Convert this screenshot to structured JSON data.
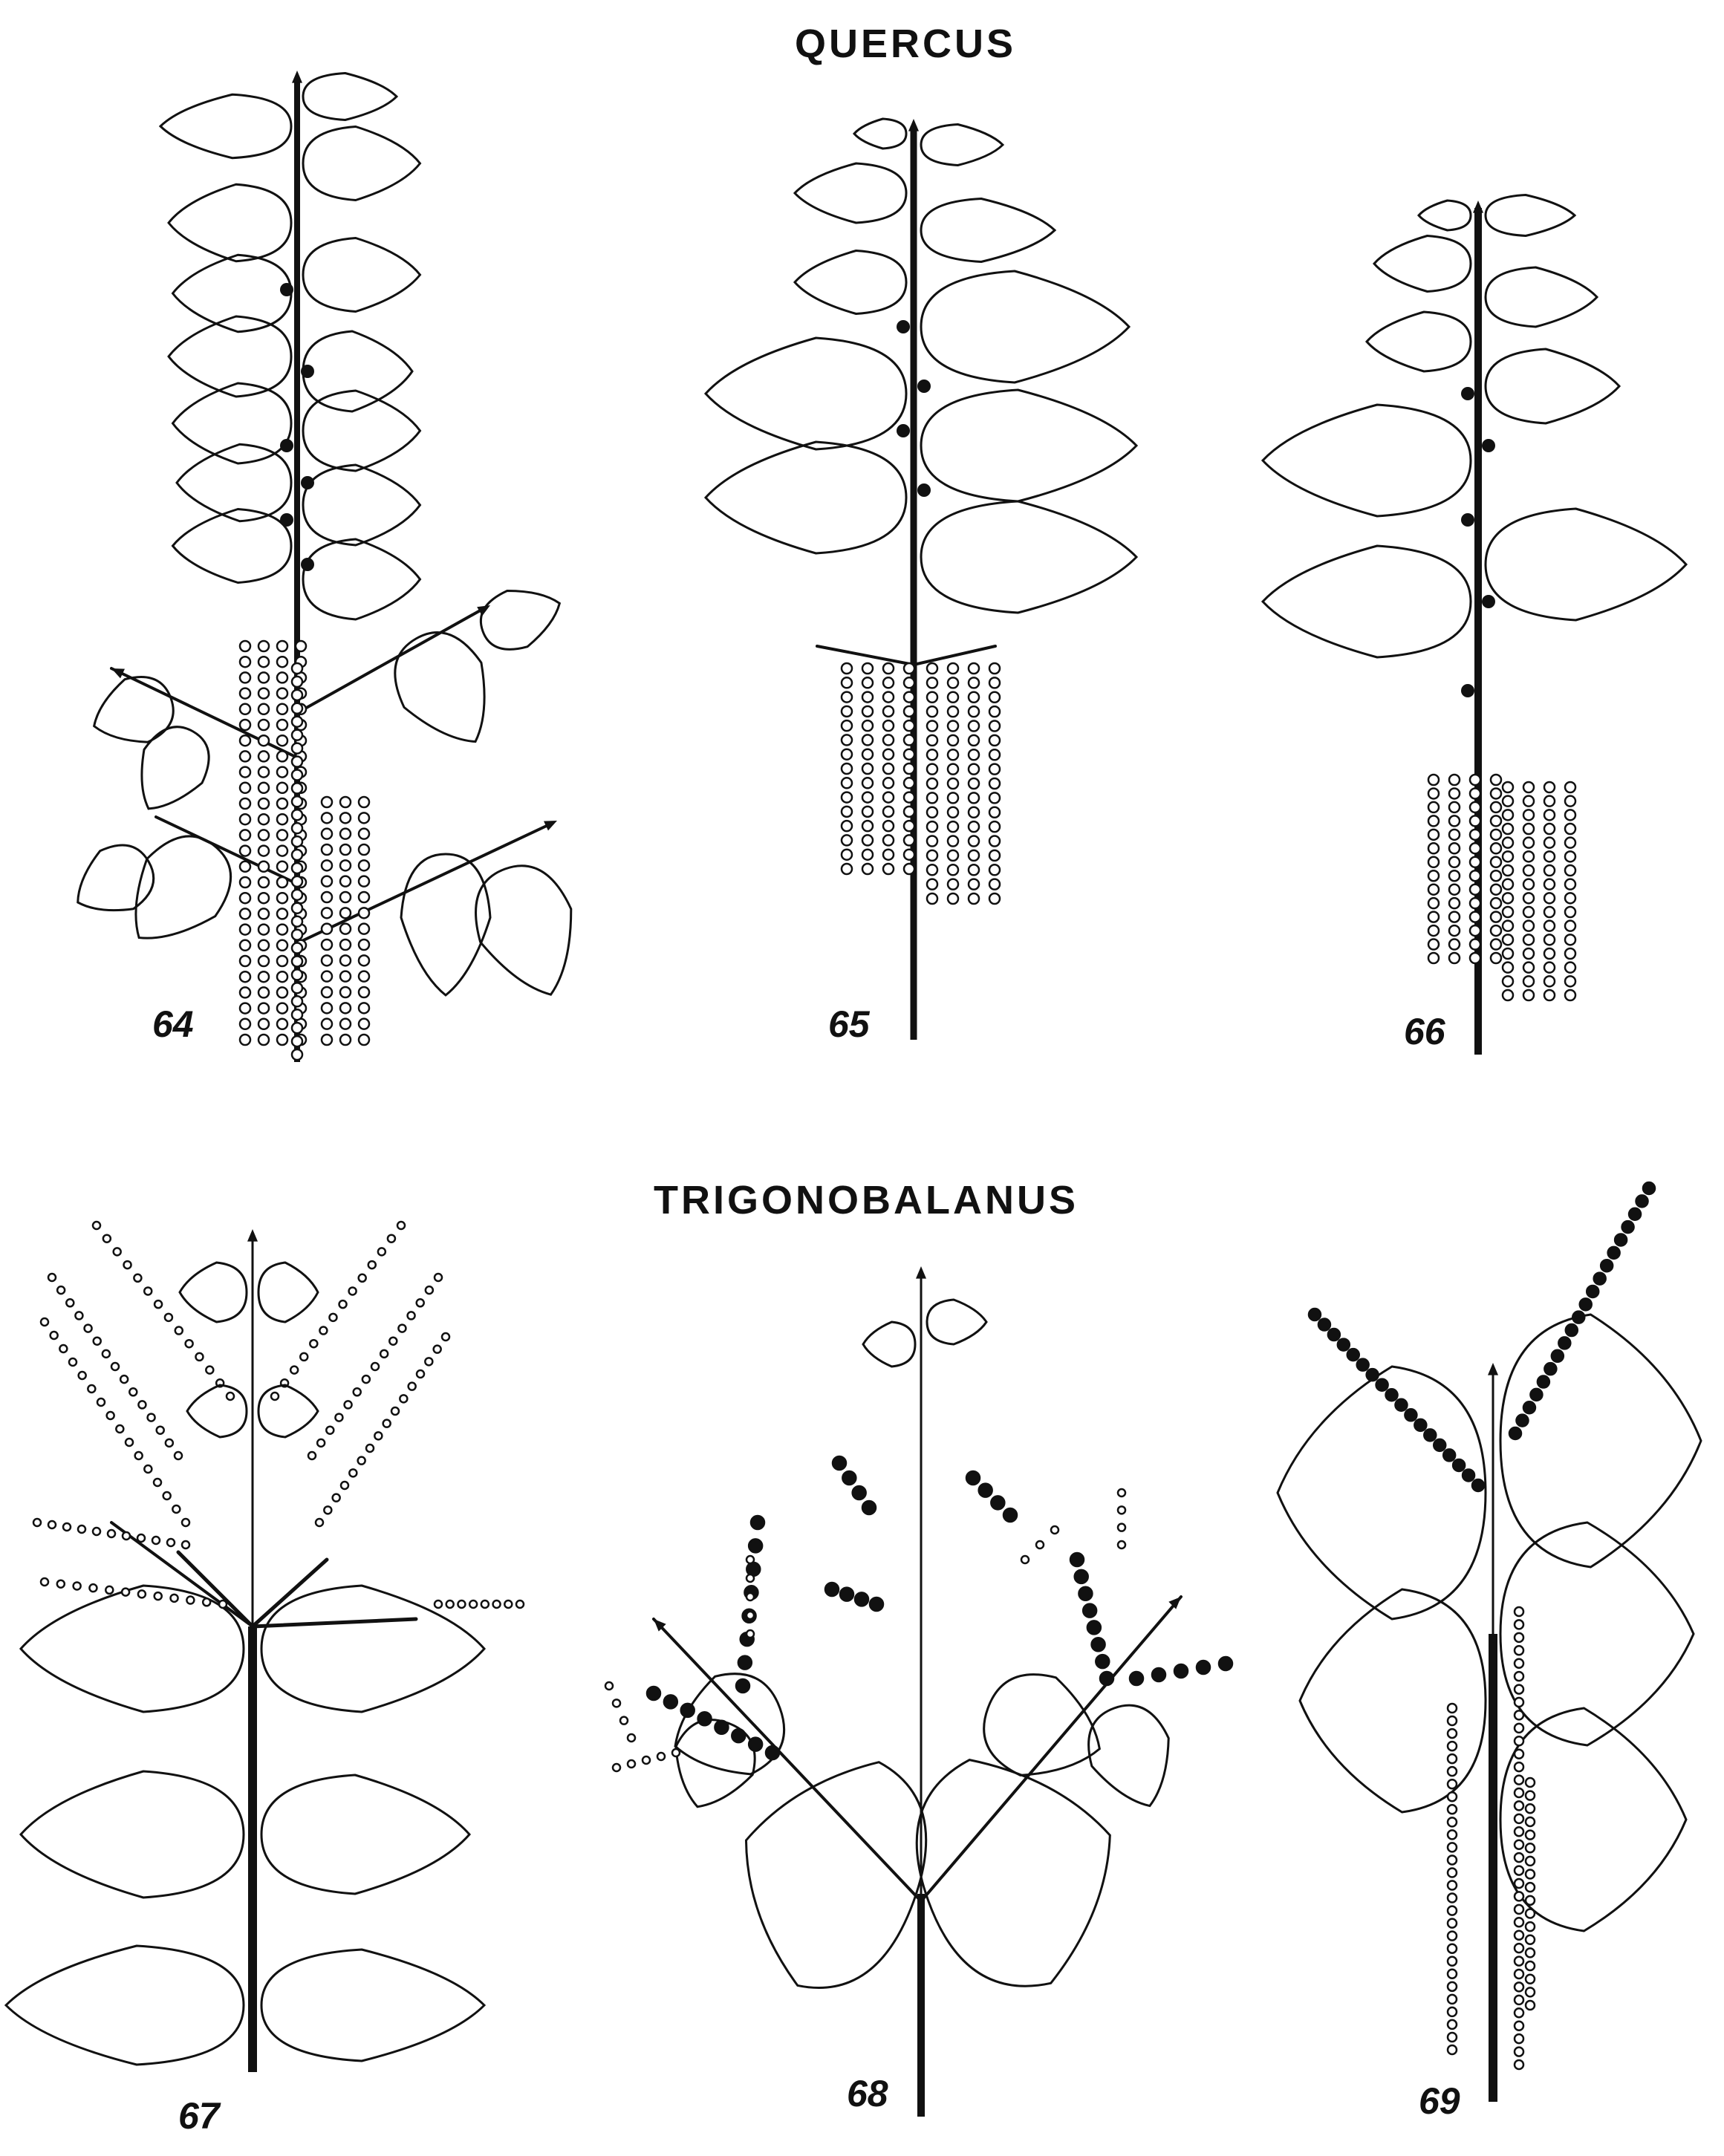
{
  "plate": {
    "titles": {
      "top": "QUERCUS",
      "bottom": "TRIGONOBALANUS"
    },
    "figures": [
      {
        "id": "64",
        "label": "64"
      },
      {
        "id": "65",
        "label": "65"
      },
      {
        "id": "66",
        "label": "66"
      },
      {
        "id": "67",
        "label": "67"
      },
      {
        "id": "68",
        "label": "68"
      },
      {
        "id": "69",
        "label": "69"
      }
    ],
    "colors": {
      "ink": "#111111",
      "paper": "#ffffff"
    }
  }
}
